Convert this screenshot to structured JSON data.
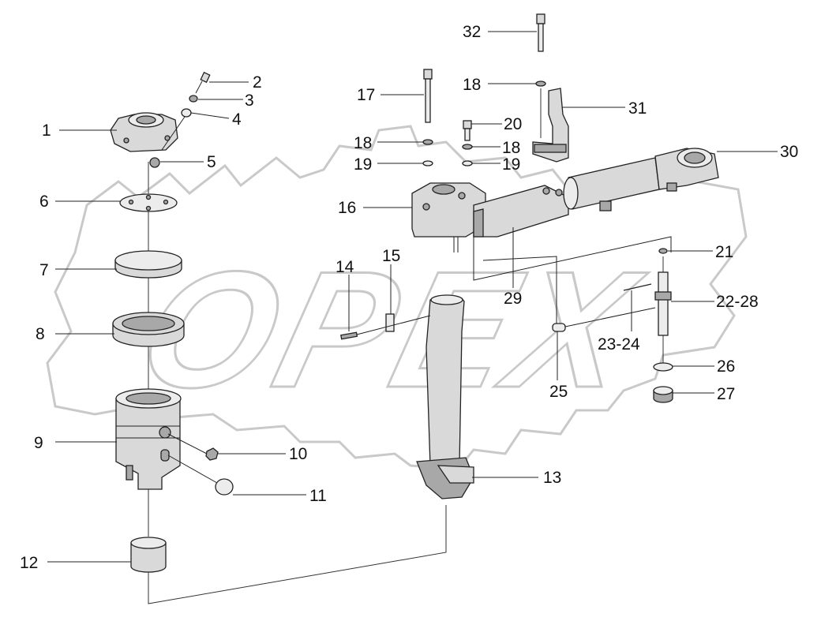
{
  "watermark": {
    "text": "OPEX"
  },
  "corner_mark": "",
  "callouts": [
    {
      "id": "c1",
      "label": "1"
    },
    {
      "id": "c2",
      "label": "2"
    },
    {
      "id": "c3",
      "label": "3"
    },
    {
      "id": "c4",
      "label": "4"
    },
    {
      "id": "c5",
      "label": "5"
    },
    {
      "id": "c6",
      "label": "6"
    },
    {
      "id": "c7",
      "label": "7"
    },
    {
      "id": "c8",
      "label": "8"
    },
    {
      "id": "c9",
      "label": "9"
    },
    {
      "id": "c10",
      "label": "10"
    },
    {
      "id": "c11",
      "label": "11"
    },
    {
      "id": "c12",
      "label": "12"
    },
    {
      "id": "c13",
      "label": "13"
    },
    {
      "id": "c14",
      "label": "14"
    },
    {
      "id": "c15",
      "label": "15"
    },
    {
      "id": "c16",
      "label": "16"
    },
    {
      "id": "c17",
      "label": "17"
    },
    {
      "id": "c18a",
      "label": "18"
    },
    {
      "id": "c18b",
      "label": "18"
    },
    {
      "id": "c18c",
      "label": "18"
    },
    {
      "id": "c19a",
      "label": "19"
    },
    {
      "id": "c19b",
      "label": "19"
    },
    {
      "id": "c20",
      "label": "20"
    },
    {
      "id": "c21",
      "label": "21"
    },
    {
      "id": "c22",
      "label": "22-28"
    },
    {
      "id": "c23",
      "label": "23-24"
    },
    {
      "id": "c25",
      "label": "25"
    },
    {
      "id": "c26",
      "label": "26"
    },
    {
      "id": "c27",
      "label": "27"
    },
    {
      "id": "c29",
      "label": "29"
    },
    {
      "id": "c30",
      "label": "30"
    },
    {
      "id": "c31",
      "label": "31"
    },
    {
      "id": "c32",
      "label": "32"
    }
  ]
}
